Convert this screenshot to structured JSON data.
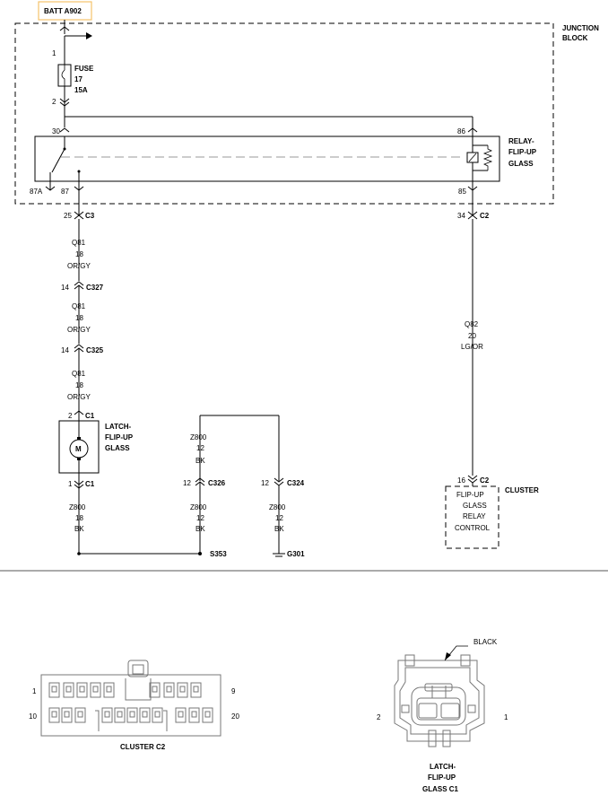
{
  "batt": {
    "label": "BATT A902",
    "box_color": "#f5c36b"
  },
  "junction_block": {
    "line1": "JUNCTION",
    "line2": "BLOCK"
  },
  "fuse": {
    "pin_top": "1",
    "pin_bottom": "2",
    "label": "FUSE",
    "number": "17",
    "rating": "15A"
  },
  "relay": {
    "line1": "RELAY-",
    "line2": "FLIP-UP",
    "line3": "GLASS",
    "pin30": "30",
    "pin86": "86",
    "pin87a": "87A",
    "pin87": "87",
    "pin85": "85"
  },
  "connectors": {
    "c3": {
      "pin": "25",
      "name": "C3"
    },
    "c2_top": {
      "pin": "34",
      "name": "C2"
    },
    "c327": {
      "pin": "14",
      "name": "C327"
    },
    "c325": {
      "pin": "14",
      "name": "C325"
    },
    "latch_c1_top": {
      "pin": "2",
      "name": "C1"
    },
    "latch_c1_bottom": {
      "pin": "1",
      "name": "C1"
    },
    "c326": {
      "pin": "12",
      "name": "C326"
    },
    "c324": {
      "pin": "12",
      "name": "C324"
    },
    "cluster_c2": {
      "pin": "16",
      "name": "C2"
    }
  },
  "wires": {
    "q81_a": {
      "circuit": "Q81",
      "gauge": "18",
      "color": "OR/GY"
    },
    "q81_b": {
      "circuit": "Q81",
      "gauge": "18",
      "color": "OR/GY"
    },
    "q81_c": {
      "circuit": "Q81",
      "gauge": "18",
      "color": "OR/GY"
    },
    "q82": {
      "circuit": "Q82",
      "gauge": "20",
      "color": "LG/OR"
    },
    "z800_upper": {
      "circuit": "Z800",
      "gauge": "12",
      "color": "BK"
    },
    "z800_latch": {
      "circuit": "Z800",
      "gauge": "18",
      "color": "BK"
    },
    "z800_c326": {
      "circuit": "Z800",
      "gauge": "12",
      "color": "BK"
    },
    "z800_c324": {
      "circuit": "Z800",
      "gauge": "12",
      "color": "BK"
    }
  },
  "latch": {
    "line1": "LATCH-",
    "line2": "FLIP-UP",
    "line3": "GLASS",
    "motor": "M"
  },
  "splice": "S353",
  "ground": "G301",
  "cluster": {
    "label": "CLUSTER",
    "line1": "FLIP-UP",
    "line2": "GLASS",
    "line3": "RELAY",
    "line4": "CONTROL"
  },
  "cluster_c2_view": {
    "caption": "CLUSTER C2",
    "pin_top_left": "1",
    "pin_top_right": "9",
    "pin_bottom_left": "10",
    "pin_bottom_right": "20"
  },
  "latch_c1_view": {
    "color_callout": "BLACK",
    "pin_left": "2",
    "pin_right": "1",
    "caption1": "LATCH-",
    "caption2": "FLIP-UP",
    "caption3": "GLASS C1"
  }
}
